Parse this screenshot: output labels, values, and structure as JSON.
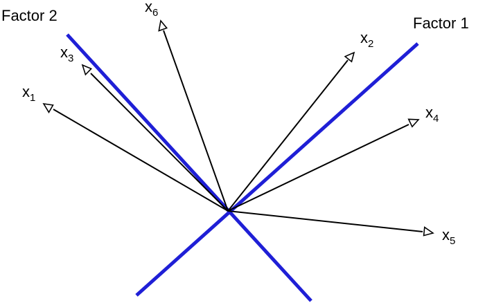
{
  "colors": {
    "factor_axis": "#1f1fd6",
    "vector": "#000000",
    "background": "#ffffff"
  },
  "factors": [
    {
      "id": "factor1",
      "label": "Factor 1"
    },
    {
      "id": "factor2",
      "label": "Factor 2"
    }
  ],
  "variables": [
    {
      "id": "x1",
      "letter": "x",
      "sub": "1"
    },
    {
      "id": "x2",
      "letter": "x",
      "sub": "2"
    },
    {
      "id": "x3",
      "letter": "x",
      "sub": "3"
    },
    {
      "id": "x4",
      "letter": "x",
      "sub": "4"
    },
    {
      "id": "x5",
      "letter": "x",
      "sub": "5"
    },
    {
      "id": "x6",
      "letter": "x",
      "sub": "6"
    }
  ]
}
